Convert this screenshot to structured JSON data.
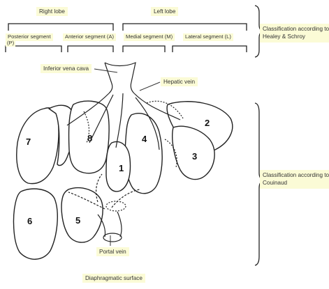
{
  "labels": {
    "right_lobe": "Right lobe",
    "left_lobe": "Left lobe",
    "posterior_segment": "Posterior segment",
    "posterior_abbrev": "(P)",
    "anterior_segment": "Anterior segment (A)",
    "medial_segment": "Medial segment (M)",
    "lateral_segment": "Lateral segment (L)",
    "classification_healey": "Classification according to Healey & Schroy",
    "inferior_vena_cava": "Inferior vena cava",
    "hepatic_vein": "Hepatic vein",
    "classification_couinaud": "Classification according to Couinaud",
    "portal_vein": "Portal vein",
    "diaphragmatic_surface": "Diaphragmatic surface"
  },
  "segments": [
    "1",
    "2",
    "3",
    "4",
    "5",
    "6",
    "7",
    "8"
  ]
}
